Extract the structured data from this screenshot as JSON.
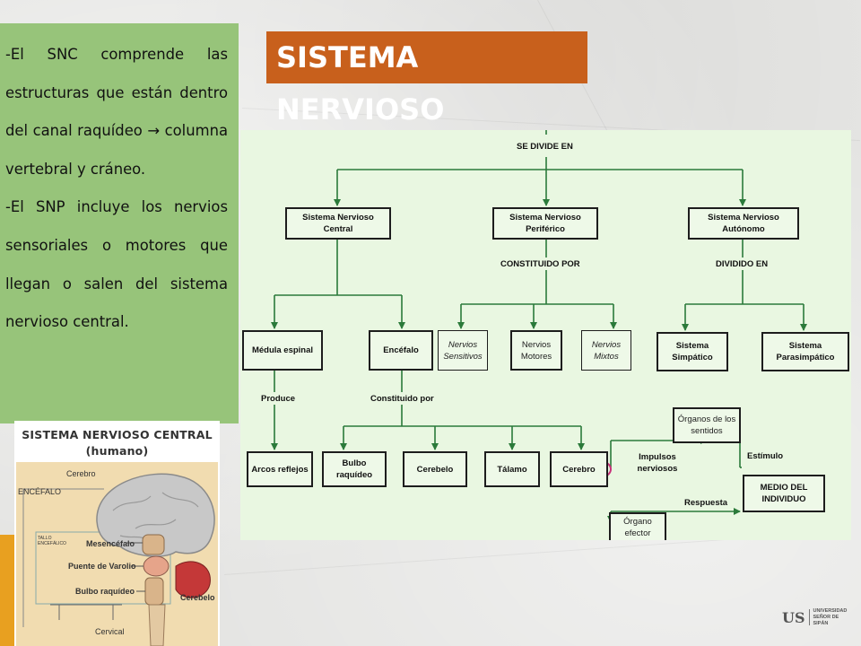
{
  "title": "SISTEMA NERVIOSO",
  "text_panel": {
    "paragraph1": "-El SNC comprende las estructuras que están dentro del canal raquídeo → columna vertebral y cráneo.",
    "paragraph2": "-El SNP incluye los nervios sensoriales o motores que llegan o salen del sistema nervioso central."
  },
  "inset": {
    "title_line1": "SISTEMA NERVIOSO CENTRAL",
    "title_line2": "(humano)",
    "labels": {
      "cerebro": "Cerebro",
      "encefalo": "ENCÉFALO",
      "tallo": "TALLO ENCEFÁLICO",
      "mesencefalo": "Mesencéfalo",
      "puente": "Puente de Varolio",
      "bulbo": "Bulbo raquídeo",
      "cerebelo": "Cerebelo",
      "cervical": "Cervical"
    }
  },
  "diagram": {
    "root_label": "SE DIVIDE EN",
    "central": "Sistema Nervioso Central",
    "periferico": "Sistema Nervioso Periférico",
    "autonomo": "Sistema Nervioso Autónomo",
    "constituido_por_1": "CONSTITUIDO POR",
    "dividido_en": "DIVIDIDO EN",
    "medula": "Médula espinal",
    "encefalo": "Encéfalo",
    "sensitivos": "Nervios Sensitivos",
    "motores": "Nervios Motores",
    "mixtos": "Nervios Mixtos",
    "simpatico": "Sistema Simpático",
    "parasimpatico": "Sistema Parasimpático",
    "produce": "Produce",
    "constituido_por_2": "Constituido por",
    "arcos": "Arcos reflejos",
    "bulbo": "Bulbo raquídeo",
    "cerebelo": "Cerebelo",
    "talamo": "Tálamo",
    "cerebro": "Cerebro",
    "organos": "Órganos de los sentidos",
    "impulsos": "Impulsos nerviosos",
    "estimulo": "Estímulo",
    "medio": "MEDIO DEL INDIVIDUO",
    "respuesta": "Respuesta",
    "organo_efector": "Órgano efector",
    "highlight_color": "#c8307a"
  },
  "logo": {
    "mark": "US",
    "line1": "UNIVERSIDAD",
    "line2": "SEÑOR DE SIPÁN"
  },
  "colors": {
    "title_bg": "#c8601c",
    "text_panel_bg": "#97c47a",
    "diagram_bg": "#e9f7e1",
    "arrow": "#2b7a3a"
  }
}
